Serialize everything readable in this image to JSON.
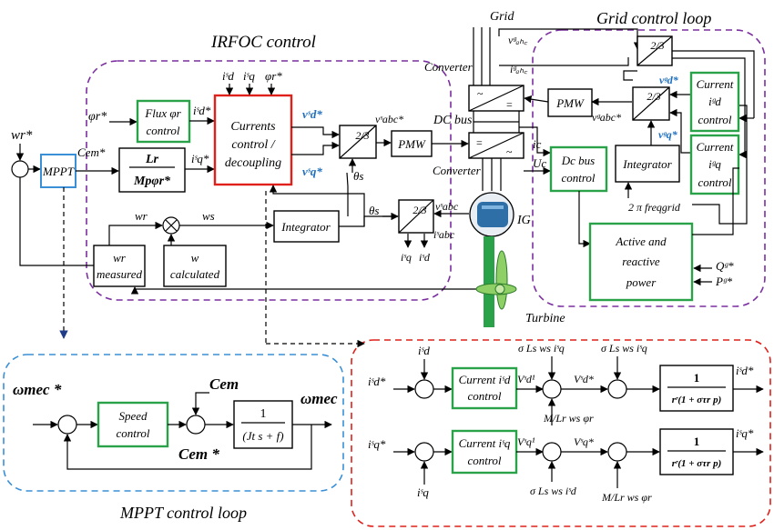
{
  "irfoc_title": "IRFOC     control",
  "grid_loop_title": "Grid control loop",
  "mppt_loop_title": "MPPT control loop",
  "labels": {
    "grid": "Grid",
    "converter_top": "Converter",
    "converter_bottom": "Converter",
    "dc_bus": "DC bus",
    "ig": "IG",
    "turbine": "Turbine",
    "vg_abc": "vᵍₐₕ꜀",
    "ig_abc": "iᵍₐₕ꜀"
  },
  "blocks": {
    "mppt": "MPPT",
    "flux_1": "Flux φr",
    "flux_2": "control",
    "currents_1": "Currents",
    "currents_2": "control /",
    "currents_3": "decoupling",
    "lr_num": "Lr",
    "lr_den": "Mpφr*",
    "pmw_left": "PMW",
    "pmw_right": "PMW",
    "t23_a": "2/3",
    "t23_b": "2/3",
    "t23_c": "2/3",
    "t23_d": "2/3",
    "integrator_left": "Integrator",
    "integrator_right": "Integrator",
    "wr_meas_1": "wr",
    "wr_meas_2": "measured",
    "w_calc_1": "w",
    "w_calc_2": "calculated",
    "dcbus_1": "Dc bus",
    "dcbus_2": "control",
    "cur_igd_1": "Current",
    "cur_igd_2": "iᵍd",
    "cur_igd_3": "control",
    "cur_igq_1": "Current",
    "cur_igq_2": "iᵍq",
    "cur_igq_3": "control",
    "apow_1": "Active and",
    "apow_2": "reactive",
    "apow_3": "power",
    "freq": "2 π freqgrid",
    "speed_1": "Speed",
    "speed_2": "control",
    "tf_num": "1",
    "tf_den": "(Jt s + f)",
    "cur_isd_1": "Current iˢd",
    "cur_isd_2": "control",
    "cur_isq_1": "Current iˢq",
    "cur_isq_2": "control",
    "frac_num_1": "1",
    "frac_den_1": "rʳ(1 + στr p)",
    "frac_num_2": "1",
    "frac_den_2": "rʳ(1 + στr p)"
  },
  "signals": {
    "wr_star": "wr*",
    "cem_star": "Cem*",
    "phir_star": "φr*",
    "isd_star": "iˢd*",
    "isq_star": "iˢq*",
    "isd": "iˢd",
    "isq": "iˢq",
    "phir_top": "φr*",
    "vsd_star": "vˢd*",
    "vsq_star": "vˢq*",
    "vsabc_star": "vˢabc*",
    "vsabc": "vˢabc",
    "isabc": "iˢabc",
    "theta_s_a": "θs",
    "theta_s_b": "θs",
    "wr_sig": "wr",
    "ws_sig": "ws",
    "is_q_bot": "iˢq",
    "is_d_bot": "iˢd",
    "vgd_star": "vᵍd*",
    "vgq_star": "vᵍq*",
    "vgabc_star": "vᵍabc*",
    "ic": "ic",
    "uc": "Uc",
    "qg": "Qᵍ*",
    "pg": "Pᵍ*",
    "wmec_star": "ωmec *",
    "wmec": "ωmec",
    "cem": "Cem",
    "cem_star_b": "Cem *",
    "isd_star_b": "iˢd*",
    "isq_star_b": "iˢq*",
    "isd_fb": "iˢd",
    "isq_fb": "iˢq",
    "vsd1": "Vˢd¹",
    "vsq1": "Vˢq¹",
    "vsd_out": "Vˢd*",
    "vsq_out": "Vˢq*",
    "sig_d": "σ Ls ws iˢq",
    "sig_d2": "σ Ls ws iˢq",
    "ml_d": "M/Lr ws φr",
    "sig_q": "σ Ls ws iˢd",
    "ml_q": "M/Lr ws φr",
    "isd_out": "iˢd*",
    "isq_out": "iˢq*"
  }
}
